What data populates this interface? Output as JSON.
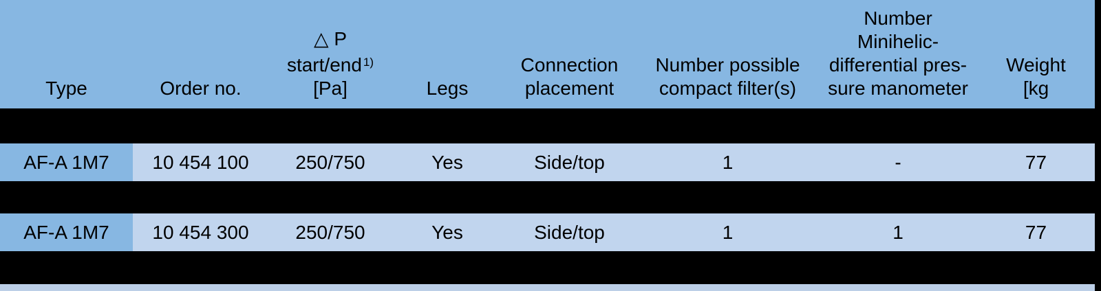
{
  "table": {
    "columns": [
      {
        "id": "type",
        "lines": [
          "Type"
        ]
      },
      {
        "id": "order-no",
        "lines": [
          "Order no."
        ]
      },
      {
        "id": "delta-p",
        "lines": [
          "△ P",
          "start/end",
          "[Pa]"
        ],
        "sup": "1)"
      },
      {
        "id": "legs",
        "lines": [
          "Legs"
        ]
      },
      {
        "id": "connection-placement",
        "lines": [
          "Connection",
          "placement"
        ]
      },
      {
        "id": "compact-filters",
        "lines": [
          "Number possible",
          "compact filter(s)"
        ]
      },
      {
        "id": "minihelic-manometer",
        "lines": [
          "Number",
          "Minihelic-",
          "differential pres-",
          "sure manometer"
        ]
      },
      {
        "id": "weight",
        "lines": [
          "Weight",
          "[kg"
        ]
      }
    ],
    "rows": [
      {
        "type": "AF-A 1M7",
        "order_no": "10 454 100",
        "dp_start_end": "250/750",
        "legs": "Yes",
        "connection_placement": "Side/top",
        "num_compact_filters": "1",
        "num_manometer": "-",
        "weight": "77"
      },
      {
        "type": "AF-A 1M7",
        "order_no": "10 454 300",
        "dp_start_end": "250/750",
        "legs": "Yes",
        "connection_placement": "Side/top",
        "num_compact_filters": "1",
        "num_manometer": "1",
        "weight": "77"
      }
    ]
  },
  "colors": {
    "header_bg": "#87b7e2",
    "row_bg": "#c1d5ee",
    "strip_bg": "#bccfe7",
    "background": "#000000",
    "text": "#000000"
  }
}
